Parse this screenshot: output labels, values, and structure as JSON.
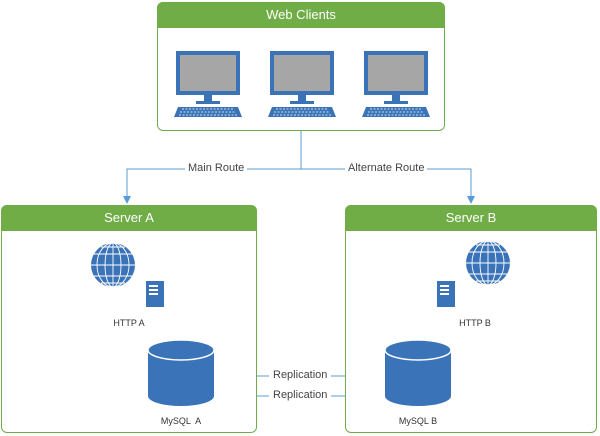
{
  "clients": {
    "title": "Web Clients",
    "icons": [
      "monitor-keyboard-icon",
      "monitor-keyboard-icon",
      "monitor-keyboard-icon"
    ]
  },
  "routes": {
    "main": "Main Route",
    "alternate": "Alternate Route"
  },
  "servers": [
    {
      "title": "Server A",
      "http_label": "HTTP A",
      "db_label": "MySQL  A",
      "web_icon": "globe-icon",
      "server_icon": "server-icon",
      "db_icon": "database-icon"
    },
    {
      "title": "Server B",
      "http_label": "HTTP B",
      "db_label": "MySQL B",
      "web_icon": "globe-icon",
      "server_icon": "server-icon",
      "db_icon": "database-icon"
    }
  ],
  "replication": {
    "to_b": "Replication",
    "to_a": "Replication"
  },
  "colors": {
    "panel_green": "#70ad47",
    "icon_blue": "#3b73b9",
    "arrow_blue": "#5b9bd5",
    "screen_gray": "#a6a6a6"
  }
}
